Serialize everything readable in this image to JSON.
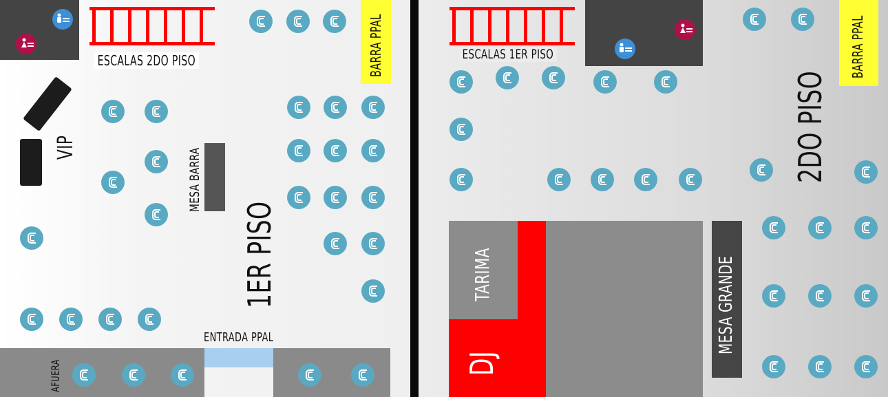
{
  "floor1": {
    "title": "1ER PISO",
    "stairs_label": "ESCALAS 2DO PISO",
    "bar_label": "BARRA PPAL",
    "vip_label": "VIP",
    "bar_table_label": "MESA BARRA",
    "entrance_label": "ENTRADA PPAL",
    "outside_label": "AFUERA"
  },
  "floor2": {
    "title": "2DO PISO",
    "stairs_label": "ESCALAS 1ER PISO",
    "bar_label": "BARRA PPAL",
    "stage_label": "TARIMA",
    "dj_label": "DJ",
    "big_table_label": "MESA GRANDE"
  },
  "colors": {
    "table": "#5aa9c2",
    "stairs": "#ff0000",
    "bar": "#ffff33",
    "dj": "#ff0000",
    "entrance": "#a8cfee",
    "restroom_female": "#b0104a",
    "restroom_male": "#3d8fd6",
    "dark_zone": "#444444",
    "stage_zone": "#8c8c8c"
  },
  "icons": [
    "table-icon",
    "stairs-icon",
    "restroom-male-icon",
    "restroom-female-icon",
    "sofa-icon"
  ]
}
